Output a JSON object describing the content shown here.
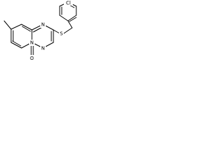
{
  "molecule": {
    "atoms": {
      "chlorine": "Cl",
      "sulfur": "S",
      "nitrogen_bridge": "N",
      "nitrogen_ring": "N",
      "nitrogen_lower": "N",
      "oxygen": "O"
    },
    "colors": {
      "bond": "#000000",
      "label": "#000000",
      "background": "#ffffff"
    }
  }
}
